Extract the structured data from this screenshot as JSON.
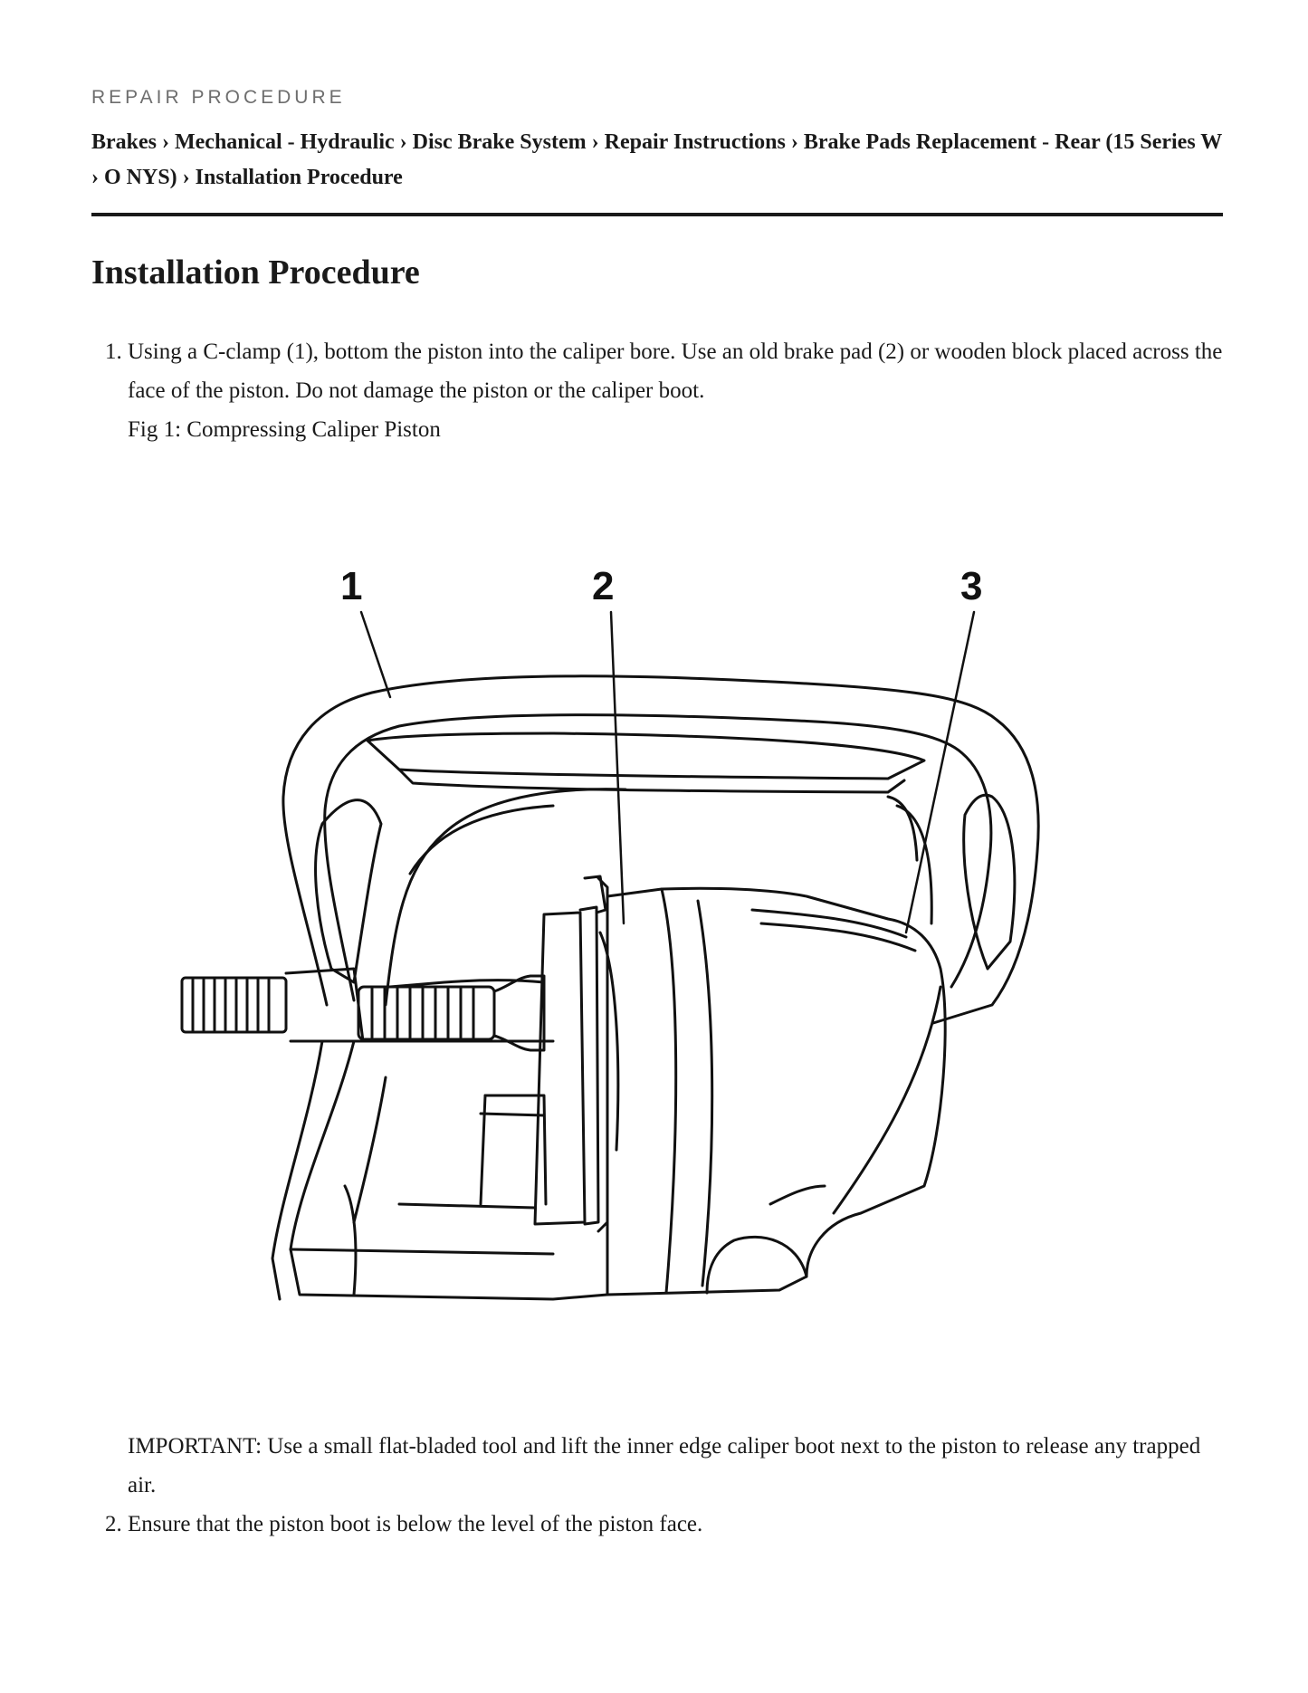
{
  "header": {
    "kicker": "REPAIR PROCEDURE",
    "breadcrumb": [
      "Brakes",
      "Mechanical - Hydraulic",
      "Disc Brake System",
      "Repair Instructions",
      "Brake Pads Replacement - Rear (15 Series W",
      "O NYS)",
      "Installation Procedure"
    ],
    "separator": "›"
  },
  "main": {
    "title": "Installation Procedure",
    "steps": [
      {
        "text": "Using a C-clamp (1), bottom the piston into the caliper bore. Use an old brake pad (2) or wooden block placed across the face of the piston. Do not damage the piston or the caliper boot.",
        "caption": "Fig 1: Compressing Caliper Piston",
        "figure_labels": [
          "1",
          "2",
          "3"
        ],
        "note": "IMPORTANT: Use a small flat-bladed tool and lift the inner edge caliper boot next to the piston to release any trapped air."
      },
      {
        "text": "Ensure that the piston boot is below the level of the piston face."
      }
    ]
  }
}
